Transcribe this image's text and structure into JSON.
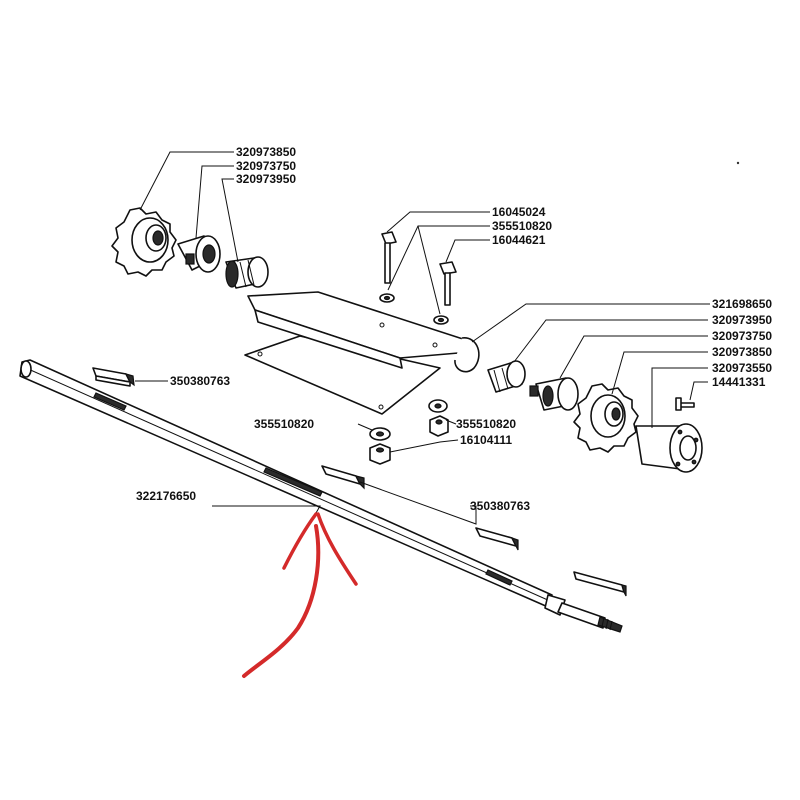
{
  "diagram": {
    "labels": {
      "sprocket_left_a": "320973850",
      "sprocket_left_b": "320973750",
      "sprocket_left_c": "320973950",
      "bolt_a": "16045024",
      "washer_a": "355510820",
      "bolt_b": "16044621",
      "plate": "321698650",
      "right_a": "320973950",
      "right_b": "320973750",
      "right_c": "320973850",
      "right_d": "320973550",
      "pin": "14441331",
      "key_top": "350380763",
      "washer_b": "355510820",
      "washer_c": "355510820",
      "nut": "16104111",
      "shaft": "322176650",
      "key_bottom": "350380763"
    },
    "colors": {
      "arrow": "#d42a2a",
      "ink": "#111111"
    }
  }
}
